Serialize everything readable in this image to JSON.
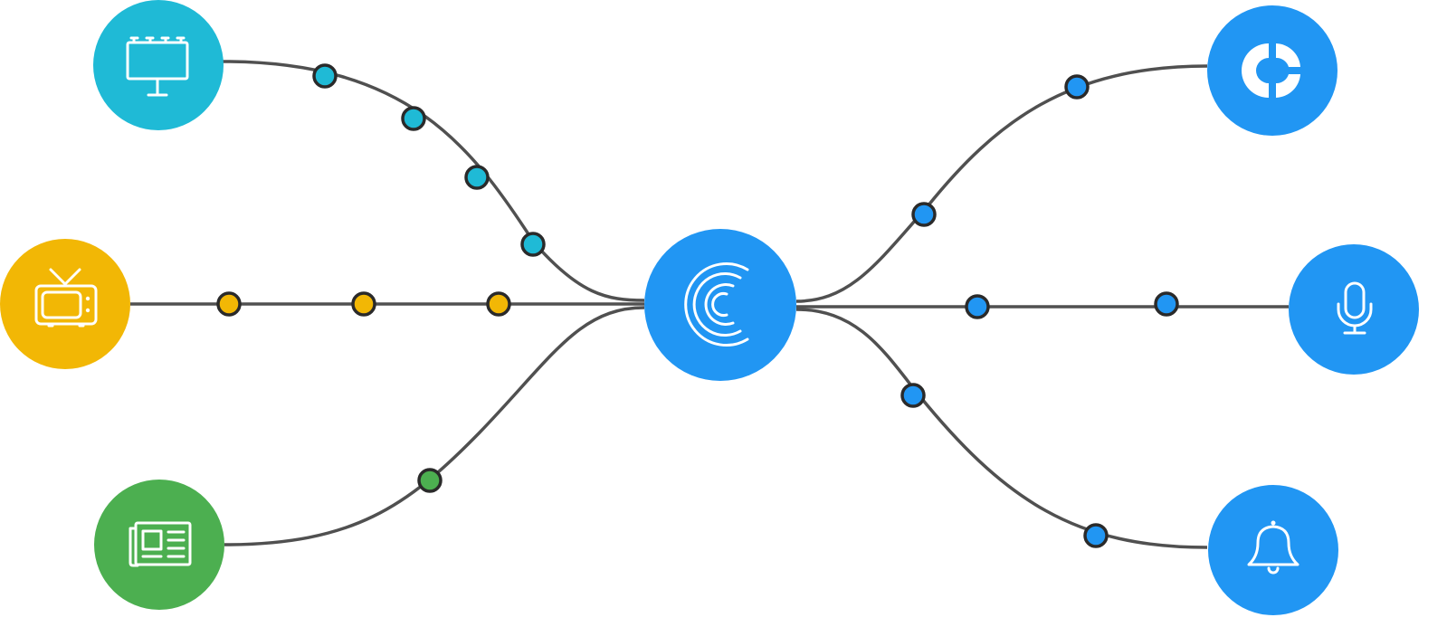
{
  "colors": {
    "billboard": "#1fbad6",
    "tv": "#f2b705",
    "newspaper": "#4caf50",
    "hub": "#2196f3",
    "digital": "#2196f3",
    "line": "#505050",
    "dot_outline": "#2a2a2a"
  },
  "nodes": [
    {
      "id": "billboard",
      "icon": "billboard-icon",
      "color": "billboard"
    },
    {
      "id": "tv",
      "icon": "tv-icon",
      "color": "tv"
    },
    {
      "id": "newspaper",
      "icon": "newspaper-icon",
      "color": "newspaper"
    },
    {
      "id": "hub",
      "icon": "brand-c-logo-icon",
      "color": "hub"
    },
    {
      "id": "target",
      "icon": "target-icon",
      "color": "digital"
    },
    {
      "id": "microphone",
      "icon": "microphone-icon",
      "color": "digital"
    },
    {
      "id": "bell",
      "icon": "bell-icon",
      "color": "digital"
    }
  ],
  "connections": [
    {
      "from": "billboard",
      "to": "hub",
      "waypoints": 4,
      "color": "billboard"
    },
    {
      "from": "tv",
      "to": "hub",
      "waypoints": 3,
      "color": "tv"
    },
    {
      "from": "newspaper",
      "to": "hub",
      "waypoints": 1,
      "color": "newspaper"
    },
    {
      "from": "hub",
      "to": "target",
      "waypoints": 2,
      "color": "digital"
    },
    {
      "from": "hub",
      "to": "microphone",
      "waypoints": 2,
      "color": "digital"
    },
    {
      "from": "hub",
      "to": "bell",
      "waypoints": 2,
      "color": "digital"
    }
  ]
}
